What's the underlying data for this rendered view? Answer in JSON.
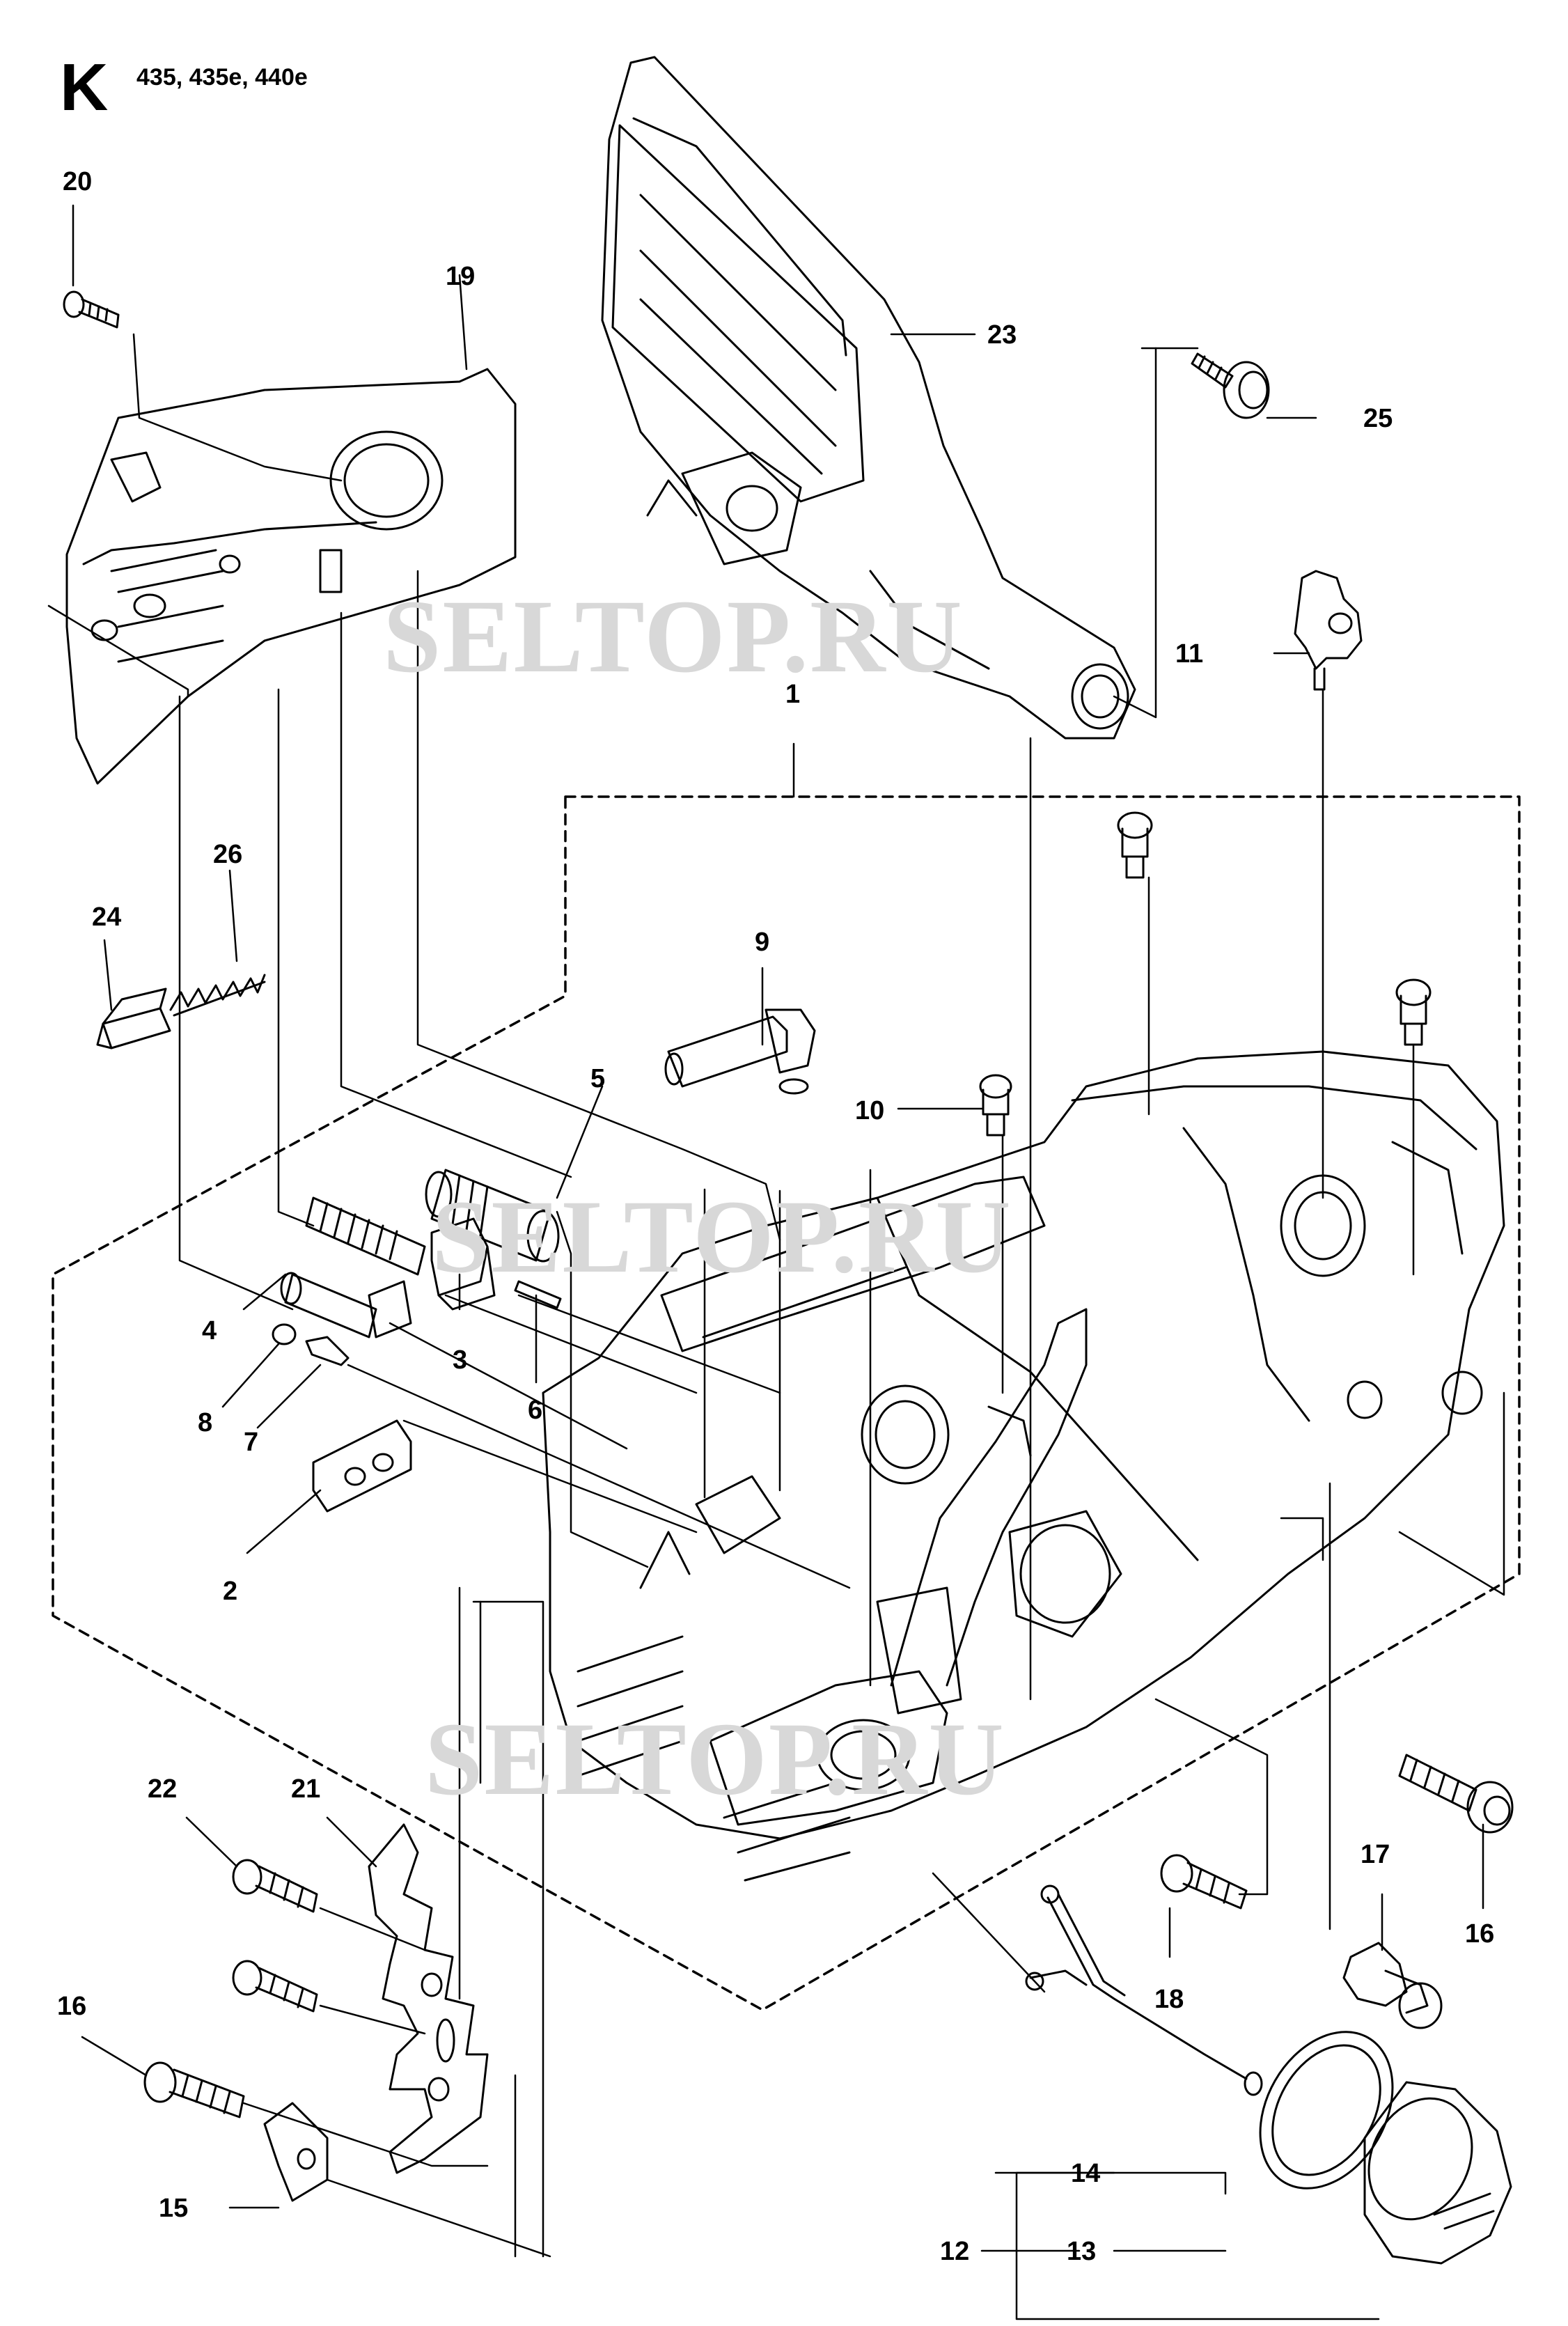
{
  "page": {
    "letter": "K",
    "models": "435, 435e, 440e"
  },
  "watermark": "SELTOP.RU",
  "callouts": {
    "c1": "1",
    "c2": "2",
    "c3": "3",
    "c4": "4",
    "c5": "5",
    "c6": "6",
    "c7": "7",
    "c8": "8",
    "c9": "9",
    "c10": "10",
    "c11": "11",
    "c12": "12",
    "c13": "13",
    "c14": "14",
    "c15": "15",
    "c16a": "16",
    "c16b": "16",
    "c17": "17",
    "c18": "18",
    "c19": "19",
    "c20": "20",
    "c21": "21",
    "c22": "22",
    "c23": "23",
    "c24": "24",
    "c25": "25",
    "c26": "26"
  }
}
